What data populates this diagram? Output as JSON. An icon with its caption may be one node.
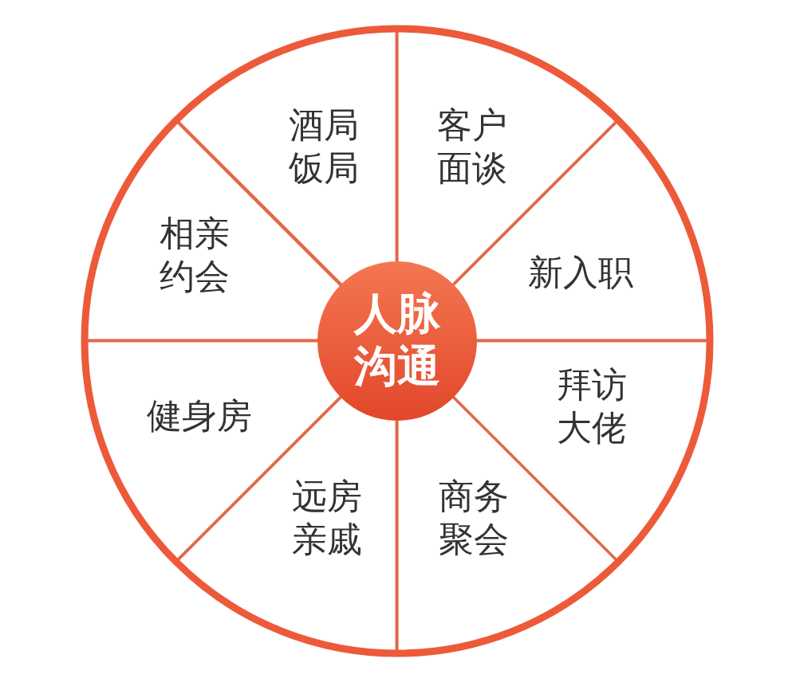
{
  "diagram": {
    "nodes": [
      {
        "text": [],
        "shape": "circle"
      },
      {
        "text": [
          "人脉沟通"
        ],
        "in": 0
      },
      {
        "text": [
          "酒局饭局"
        ],
        "in": 0
      },
      {
        "text": [
          "客户面谈"
        ],
        "in": 0
      },
      {
        "text": [
          "新入职"
        ],
        "in": 0
      },
      {
        "text": [
          "拜访大佬"
        ],
        "in": 0
      },
      {
        "text": [
          "商务聚会"
        ],
        "in": 0
      },
      {
        "text": [
          "远房亲戚"
        ],
        "in": 0
      },
      {
        "text": [
          "健身房"
        ],
        "in": 0
      },
      {
        "text": [
          "相亲约会"
        ],
        "in": 0
      }
    ]
  }
}
